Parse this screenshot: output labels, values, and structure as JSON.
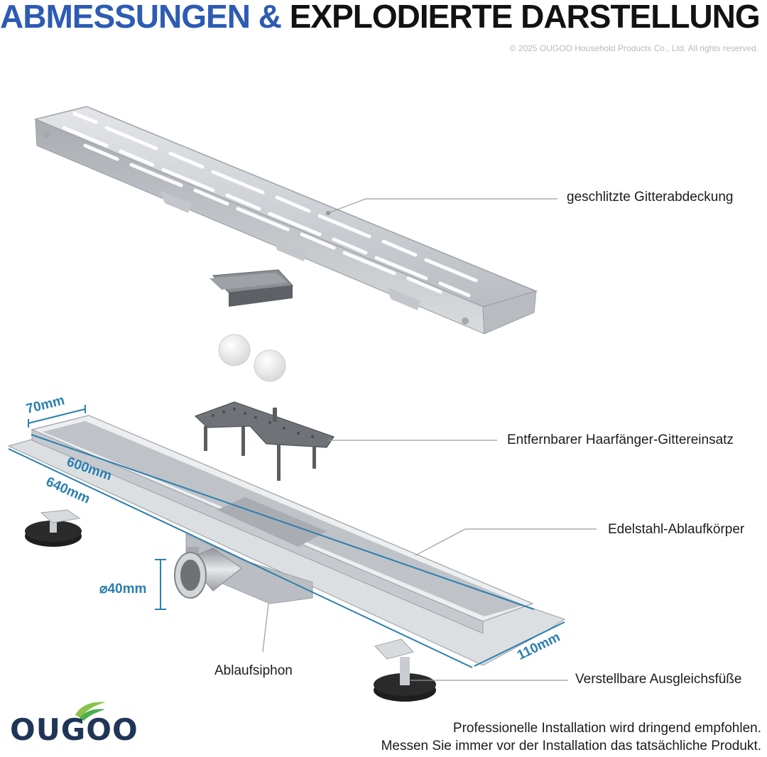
{
  "header": {
    "title_part1": "ABMESSUNGEN &",
    "title_part2": "EXPLODIERTE DARSTELLUNG",
    "copyright": "© 2025 OUGOO Household Products Co., Ltd. All rights reserved."
  },
  "callouts": {
    "grate_cover": "geschlitzte Gitterabdeckung",
    "hair_catcher": "Entfernbarer Haarfänger-Gittereinsatz",
    "drain_body": "Edelstahl-Ablaufkörper",
    "siphon": "Ablaufsiphon",
    "leveling_feet": "Verstellbare Ausgleichsfüße"
  },
  "dimensions": {
    "width_inner": "70mm",
    "length_inner": "600mm",
    "length_outer": "640mm",
    "outlet_diameter": "⌀40mm",
    "width_outer": "110mm"
  },
  "brand": {
    "logo_text": "OUGOO"
  },
  "footer": {
    "line1": "Professionelle Installation wird dringend empfohlen.",
    "line2": "Messen Sie immer vor der Installation das tatsächliche Produkt."
  },
  "colors": {
    "title_blue": "#2d5bb4",
    "dimension_blue": "#2a7fb0",
    "steel": "#c9ccd0",
    "logo_green": "#8bc34a",
    "logo_navy": "#1f3558"
  }
}
